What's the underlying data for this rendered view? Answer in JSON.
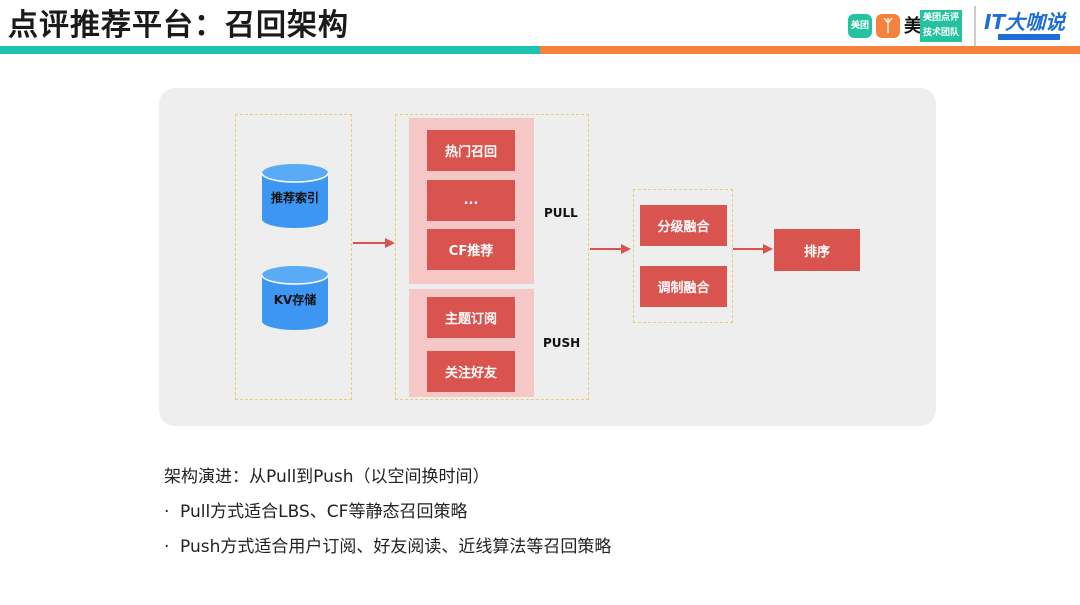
{
  "header": {
    "title": "点评推荐平台：召回架构",
    "colors": {
      "teal": "#1ec3b0",
      "orange": "#f5813f"
    },
    "logos": {
      "meituan_badge": "美团",
      "meituan_text": "美",
      "dianping_line1": "美团点评",
      "dianping_line2": "技术团队",
      "itdks": "IT大咖说"
    }
  },
  "diagram": {
    "sources": {
      "index": "推荐索引",
      "kv": "KV存储"
    },
    "pull_group": {
      "label": "PULL",
      "items": [
        "热门召回",
        "...",
        "CF推荐"
      ]
    },
    "push_group": {
      "label": "PUSH",
      "items": [
        "主题订阅",
        "关注好友"
      ]
    },
    "merge": [
      "分级融合",
      "调制融合"
    ],
    "rank": "排序",
    "colors": {
      "red": "#d9534f",
      "pink": "#f5c7c6",
      "blue": "#3d97f2",
      "dashed": "#e6cf6e",
      "arrow": "#d9534f"
    }
  },
  "notes": {
    "heading": "架构演进：从Pull到Push（以空间换时间）",
    "bullets": [
      "Pull方式适合LBS、CF等静态召回策略",
      "Push方式适合用户订阅、好友阅读、近线算法等召回策略"
    ],
    "bullet_char": "·"
  }
}
